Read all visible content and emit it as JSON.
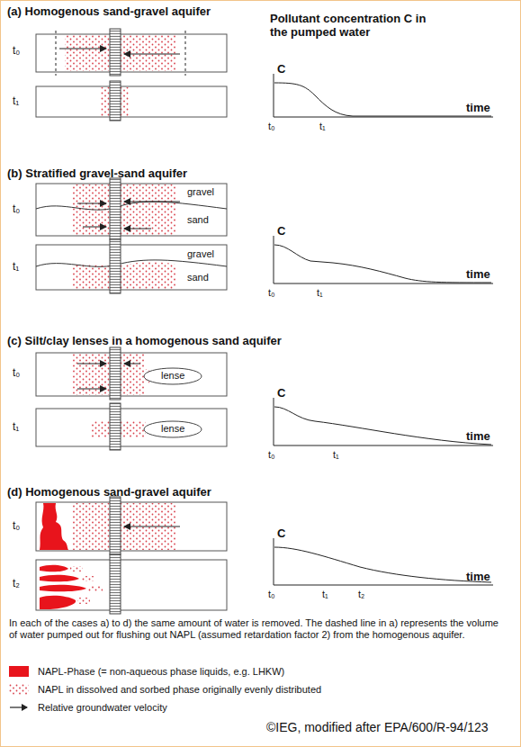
{
  "diagram": {
    "caption": "In each of the cases a) to d) the same amount of water is removed. The dashed line in a) represents the volume of water pumped out for flushing out NAPL (assumed retardation factor 2) from the homogenous aquifer.",
    "labels": [
      "(a) Homogenous sand-gravel aquifer",
      "t₀",
      "t₁",
      "Pollutant concentration C in the pumped water",
      "C",
      "t₀",
      "t₁",
      "time",
      "(b) Stratified gravel-sand aquifer",
      "t₀",
      "t₁",
      "gravel",
      "sand",
      "gravel",
      "sand",
      "C",
      "t₀",
      "t₁",
      "time",
      "(c) Silt/clay lenses in a homogenous sand aquifer",
      "t₀",
      "t₁",
      "lense",
      "lense",
      "C",
      "t₀",
      "t₁",
      "time",
      "(d) Homogenous sand-gravel aquifer",
      "t₀",
      "t₂",
      "C",
      "t₀",
      "t₁",
      "t₂",
      "time",
      "©IEG, modified after EPA/600/R-94/123"
    ],
    "legend": [
      {
        "text": "NAPL-Phase (= non-aqueous phase liquids, e.g. LHKW)",
        "color": "#e8141c"
      },
      {
        "text": "NAPL in dissolved and sorbed phase originally evenly distributed"
      },
      {
        "text": "Relative groundwater velocity"
      }
    ]
  }
}
